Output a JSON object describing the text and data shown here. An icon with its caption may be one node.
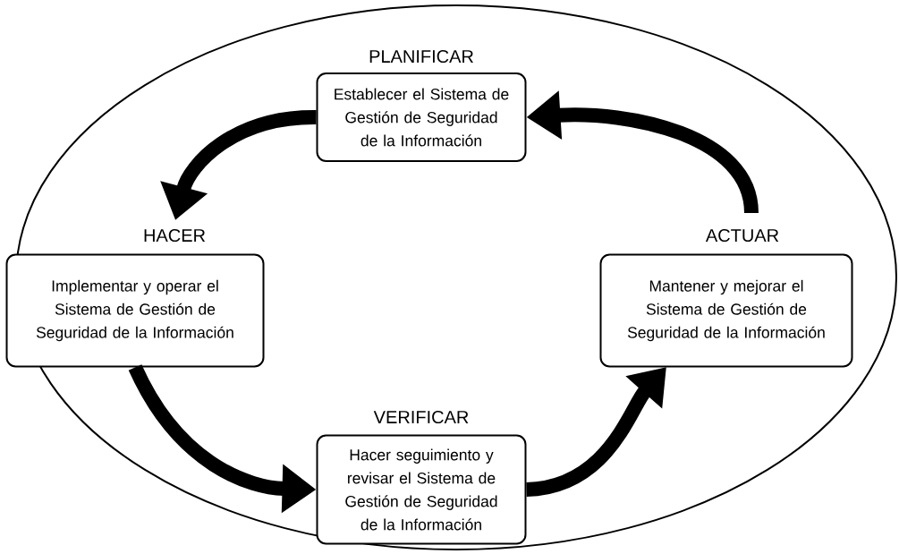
{
  "diagram": {
    "nodes": [
      {
        "text": [
          "PLANIFICAR",
          "Establecer el Sistema de Gestión de Seguridad de la Información"
        ]
      },
      {
        "text": [
          "HACER",
          "Implementar y operar el Sistema de Gestión de Seguridad de la Información"
        ]
      },
      {
        "text": [
          "VERIFICAR",
          "Hacer seguimiento y revisar el Sistema de Gestión de Seguridad de la Información"
        ]
      },
      {
        "text": [
          "ACTUAR",
          "Mantener y mejorar el Sistema de Gestión de Seguridad de la Información"
        ]
      }
    ],
    "edges": [
      {
        "from": 0,
        "to": 1,
        "arrow": "to"
      },
      {
        "from": 1,
        "to": 2,
        "arrow": "to"
      },
      {
        "from": 2,
        "to": 3,
        "arrow": "to"
      },
      {
        "from": 3,
        "to": 0,
        "arrow": "to"
      }
    ]
  }
}
